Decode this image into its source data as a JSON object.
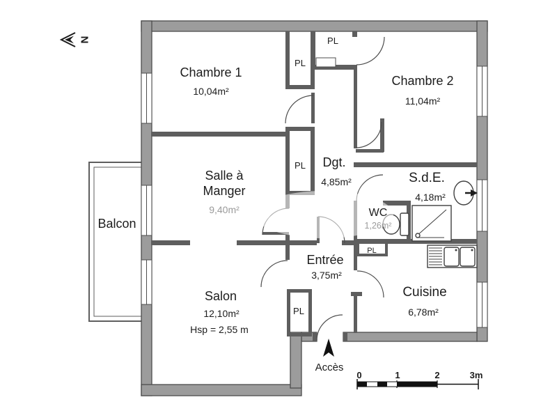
{
  "north_indicator": {
    "label": "N"
  },
  "rooms": {
    "chambre1": {
      "name": "Chambre 1",
      "area": "10,04m²"
    },
    "chambre2": {
      "name": "Chambre 2",
      "area": "11,04m²"
    },
    "salle_a_manger": {
      "name_line1": "Salle à",
      "name_line2": "Manger",
      "area": "9,40m²"
    },
    "balcon": {
      "name": "Balcon"
    },
    "degagement": {
      "name": "Dgt.",
      "area": "4,85m²"
    },
    "sde": {
      "name": "S.d.E.",
      "area": "4,18m²"
    },
    "wc": {
      "name": "WC",
      "area": "1,26m²"
    },
    "entree": {
      "name": "Entrée",
      "area": "3,75m²"
    },
    "salon": {
      "name": "Salon",
      "area": "12,10m²",
      "ceiling_height": "Hsp = 2,55 m"
    },
    "cuisine": {
      "name": "Cuisine",
      "area": "6,78m²"
    }
  },
  "closets": {
    "label": "PL",
    "count": 5
  },
  "access": {
    "label": "Accès"
  },
  "scale_bar": {
    "ticks": [
      "0",
      "1",
      "2",
      "3m"
    ]
  },
  "fixtures": [
    "toilet",
    "shower",
    "washbasin",
    "kitchen-double-sink"
  ],
  "colors": {
    "background": "#ffffff",
    "exterior_wall_fill": "#9c9c9c",
    "wall_stroke": "#4d4d4d",
    "interior_wall": "#5e5e5e",
    "text": "#1c1c1c",
    "faded_text": "#9a9a9a"
  }
}
